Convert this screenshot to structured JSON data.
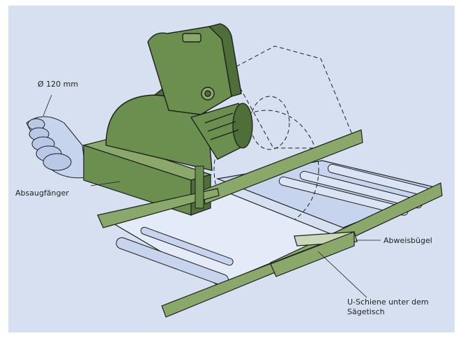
{
  "diagram": {
    "colors": {
      "background": "#d6e0f0",
      "machine_green": "#6b8f4f",
      "machine_green_dark": "#4f6f38",
      "rail_green": "#8aa86a",
      "table_blue": "#c7d4ee",
      "outline": "#1e1e1e"
    },
    "labels": {
      "diameter": "Ø 120 mm",
      "absaugfaenger": "Absaugfänger",
      "abweisbuegel": "Abweisbügel",
      "u_schiene_line1": "U-Schiene unter dem",
      "u_schiene_line2": "Sägetisch"
    }
  }
}
